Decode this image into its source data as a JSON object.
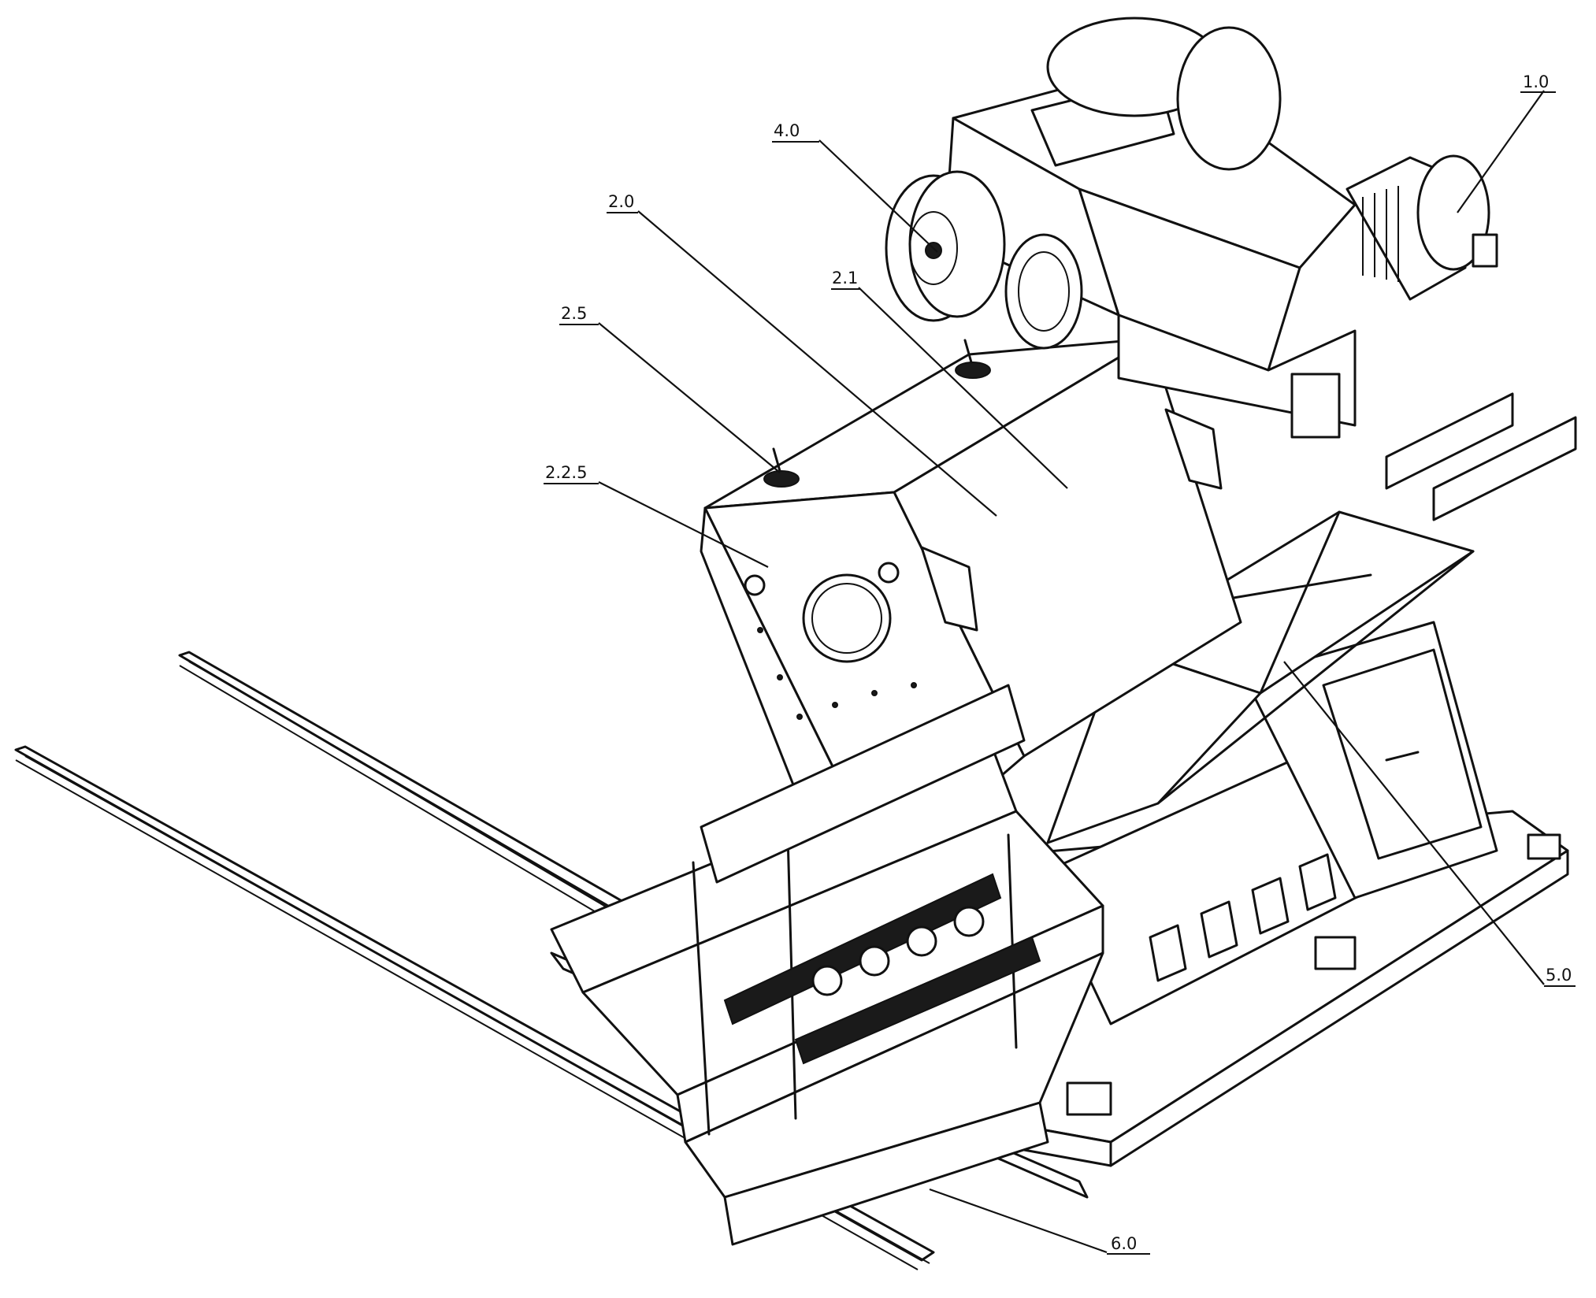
{
  "callouts": [
    {
      "id": "1.0",
      "label": "1.0"
    },
    {
      "id": "4.0",
      "label": "4.0"
    },
    {
      "id": "2.0",
      "label": "2.0"
    },
    {
      "id": "2.1",
      "label": "2.1"
    },
    {
      "id": "2.5",
      "label": "2.5"
    },
    {
      "id": "2.2.5",
      "label": "2.2.5"
    },
    {
      "id": "5.0",
      "label": "5.0"
    },
    {
      "id": "6.0",
      "label": "6.0"
    }
  ],
  "colors": {
    "line": "#111111",
    "background": "#ffffff"
  }
}
